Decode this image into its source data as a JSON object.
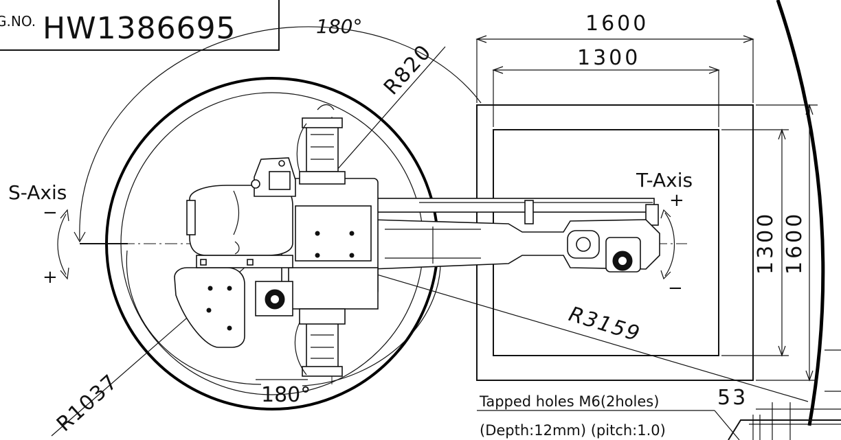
{
  "drawing_no": {
    "prefix": "G.NO.",
    "number": "HW1386695"
  },
  "dimensions": {
    "angle_top": "180°",
    "angle_bottom": "180°",
    "radius_820": "R820",
    "radius_1037": "R1037",
    "radius_3159": "R3159",
    "width_outer": "1600",
    "width_inner": "1300",
    "height_inner": "1300",
    "height_outer": "1600",
    "offset_53": "53"
  },
  "axes": {
    "s_axis": "S-Axis",
    "t_axis": "T-Axis",
    "s_minus": "−",
    "s_plus": "+",
    "t_plus": "+",
    "t_minus": "−"
  },
  "notes": {
    "tapped_holes": "Tapped holes M6(2holes)",
    "depth_pitch": "(Depth:12mm) (pitch:1.0)"
  }
}
